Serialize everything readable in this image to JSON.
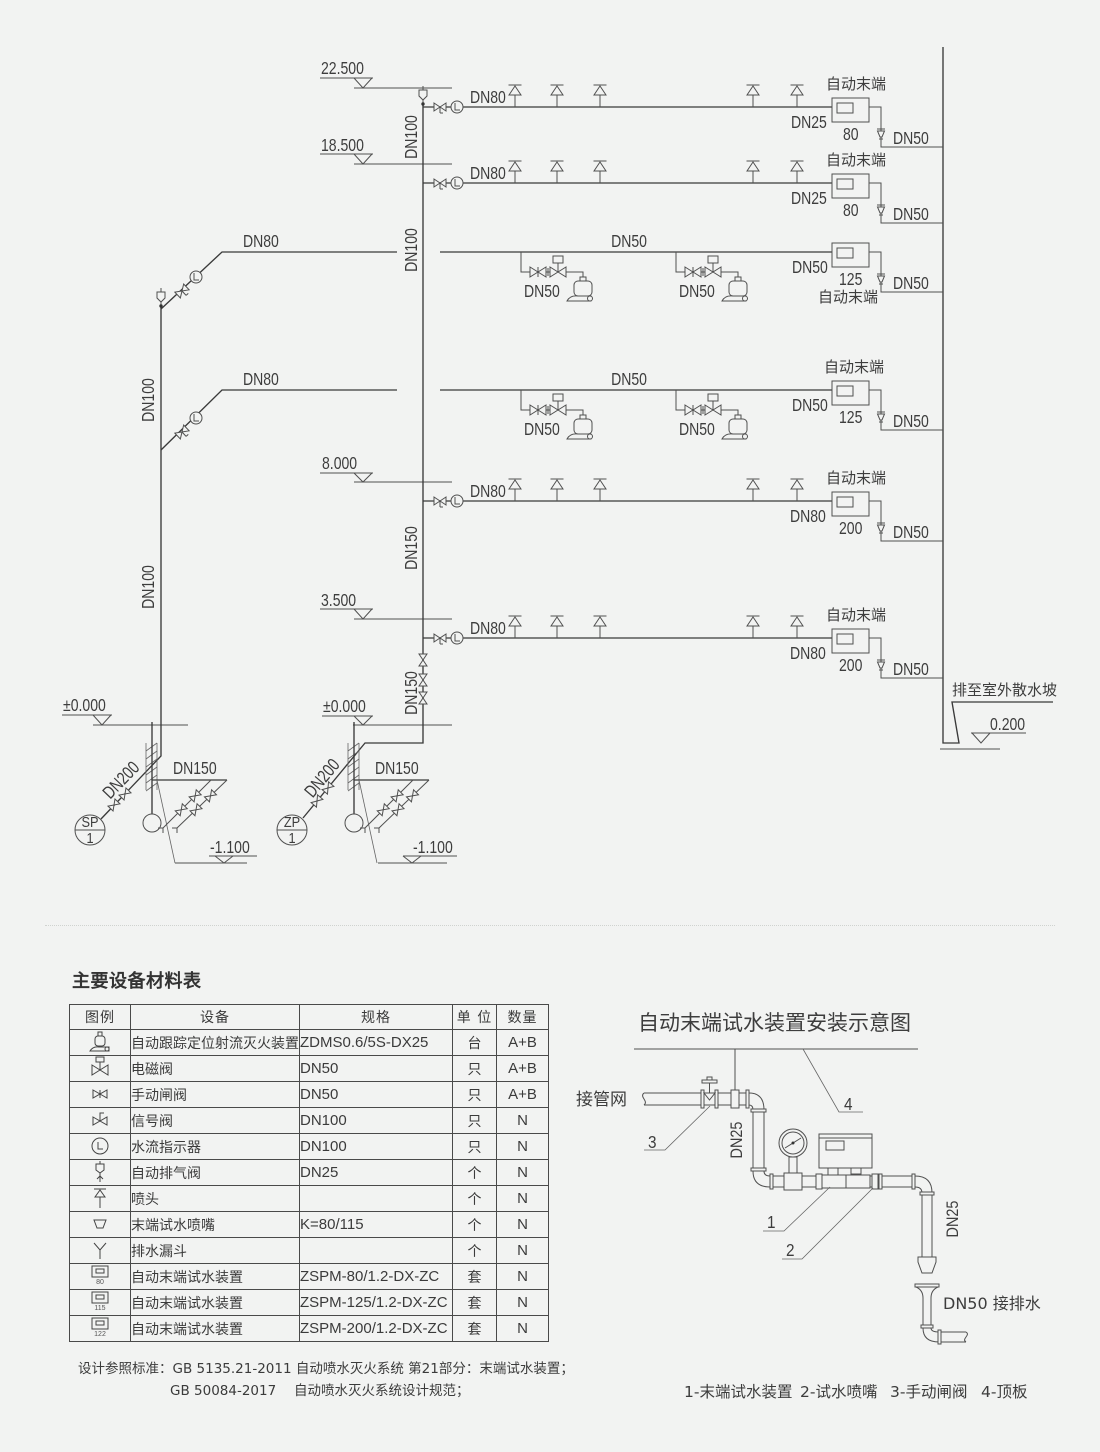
{
  "system_diagram": {
    "elevations": [
      "22.500",
      "18.500",
      "8.000",
      "3.500",
      "±0.000",
      "±0.000",
      "-1.100",
      "-1.100",
      "0.200"
    ],
    "main_riser_labels": [
      "DN100",
      "DN100",
      "DN150",
      "DN150"
    ],
    "secondary_riser_labels": [
      "DN100",
      "DN100"
    ],
    "branches": [
      {
        "main_pipe": "DN80",
        "device_label": "自动末端",
        "device_pipe": "DN25",
        "device_size": "80",
        "drain_pipe": "DN50"
      },
      {
        "main_pipe": "DN80",
        "device_label": "自动末端",
        "device_pipe": "DN25",
        "device_size": "80",
        "drain_pipe": "DN50"
      },
      {
        "feed_pipe": "DN80",
        "main_pipe": "DN50",
        "monitor_pipes": [
          "DN50",
          "DN50"
        ],
        "device_label": "自动末端",
        "device_pipe": "DN50",
        "device_size": "125",
        "drain_pipe": "DN50"
      },
      {
        "feed_pipe": "DN80",
        "main_pipe": "DN50",
        "monitor_pipes": [
          "DN50",
          "DN50"
        ],
        "device_label": "自动末端",
        "device_pipe": "DN50",
        "device_size": "125",
        "drain_pipe": "DN50"
      },
      {
        "main_pipe": "DN80",
        "device_label": "自动末端",
        "device_pipe": "DN80",
        "device_size": "200",
        "drain_pipe": "DN50"
      },
      {
        "main_pipe": "DN80",
        "device_label": "自动末端",
        "device_pipe": "DN80",
        "device_size": "200",
        "drain_pipe": "DN50"
      }
    ],
    "pump_groups": [
      {
        "tag": "SP",
        "number": "1",
        "suction_pipe": "DN200",
        "discharge_pipe": "DN150"
      },
      {
        "tag": "ZP",
        "number": "1",
        "suction_pipe": "DN200",
        "discharge_pipe": "DN150"
      }
    ],
    "drain_outlet_label": "排至室外散水坡"
  },
  "equipment_table": {
    "title": "主要设备材料表",
    "headers": [
      "图例",
      "设备",
      "规格",
      "单 位",
      "数量"
    ],
    "rows": [
      {
        "icon": "fire-monitor-icon",
        "icon_label": "",
        "name": "自动跟踪定位射流灭火装置",
        "spec": "ZDMS0.6/5S-DX25",
        "unit": "台",
        "qty": "A+B"
      },
      {
        "icon": "solenoid-valve-icon",
        "icon_label": "",
        "name": "电磁阀",
        "spec": "DN50",
        "unit": "只",
        "qty": "A+B"
      },
      {
        "icon": "gate-valve-icon",
        "icon_label": "",
        "name": "手动闸阀",
        "spec": "DN50",
        "unit": "只",
        "qty": "A+B"
      },
      {
        "icon": "signal-valve-icon",
        "icon_label": "",
        "name": "信号阀",
        "spec": "DN100",
        "unit": "只",
        "qty": "N"
      },
      {
        "icon": "flow-indicator-icon",
        "icon_label": "",
        "name": "水流指示器",
        "spec": "DN100",
        "unit": "只",
        "qty": "N"
      },
      {
        "icon": "air-valve-icon",
        "icon_label": "",
        "name": "自动排气阀",
        "spec": "DN25",
        "unit": "个",
        "qty": "N"
      },
      {
        "icon": "sprinkler-icon",
        "icon_label": "",
        "name": "喷头",
        "spec": "",
        "unit": "个",
        "qty": "N"
      },
      {
        "icon": "test-nozzle-icon",
        "icon_label": "",
        "name": "末端试水喷嘴",
        "spec": "K=80/115",
        "unit": "个",
        "qty": "N"
      },
      {
        "icon": "drain-funnel-icon",
        "icon_label": "",
        "name": "排水漏斗",
        "spec": "",
        "unit": "个",
        "qty": "N"
      },
      {
        "icon": "test-device-icon",
        "icon_label": "80",
        "name": "自动末端试水装置",
        "spec": "ZSPM-80/1.2-DX-ZC",
        "unit": "套",
        "qty": "N"
      },
      {
        "icon": "test-device-icon",
        "icon_label": "115",
        "name": "自动末端试水装置",
        "spec": "ZSPM-125/1.2-DX-ZC",
        "unit": "套",
        "qty": "N"
      },
      {
        "icon": "test-device-icon",
        "icon_label": "122",
        "name": "自动末端试水装置",
        "spec": "ZSPM-200/1.2-DX-ZC",
        "unit": "套",
        "qty": "N"
      }
    ]
  },
  "notes": {
    "line1": "设计参照标准：GB 5135.21-2011 自动喷水灭火系统 第21部分：末端试水装置；",
    "line2": "GB 50084-2017　 自动喷水灭火系统设计规范；"
  },
  "install_diagram": {
    "title": "自动末端试水装置安装示意图",
    "pipe_network_label": "接管网",
    "pipe_labels": [
      "DN25",
      "DN25"
    ],
    "drain_label": "DN50 接排水",
    "callouts": [
      "1",
      "2",
      "3",
      "4"
    ],
    "legend": [
      "1-末端试水装置",
      "2-试水喷嘴",
      "3-手动闸阀",
      "4-顶板"
    ]
  }
}
